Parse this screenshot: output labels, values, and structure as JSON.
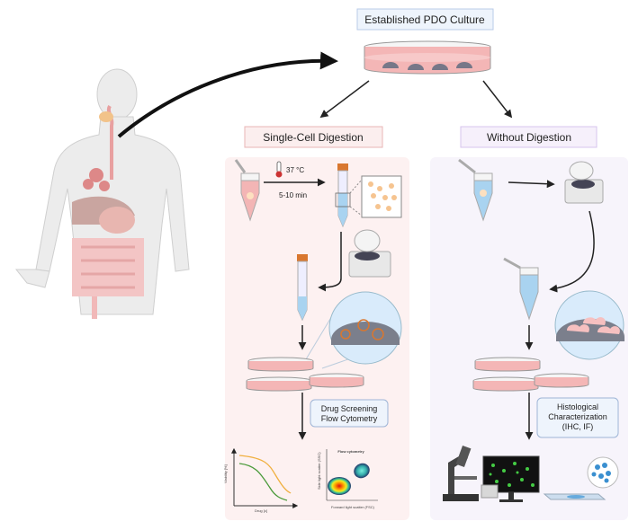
{
  "title": "Established PDO Culture",
  "branches": {
    "left": {
      "title": "Single-Cell Digestion",
      "temperature": "37 °C",
      "duration": "5-10 min",
      "assay_lines": [
        "Drug Screening",
        "Flow Cytometry"
      ],
      "dose_plot": {
        "ylabel": "Viability [%]",
        "xlabel": "Drug [c]"
      },
      "flow_plot": {
        "title": "Flow cytometry",
        "ylabel": "Side light scatter (SSC)",
        "xlabel": "Forward light scatter (FSC)"
      }
    },
    "right": {
      "title": "Without Digestion",
      "assay_lines": [
        "Histological",
        "Characterization",
        "(IHC, IF)"
      ]
    }
  },
  "colors": {
    "title_box": "#eef4fc",
    "left_panel": "#fdf1f1",
    "right_panel": "#f7f4fb",
    "medium_pink": "#f0a9a9",
    "medium_blue": "#a9d3f0",
    "tube_cap": "#d9772f"
  },
  "icons": [
    "human-body-icon",
    "petri-dish-icon",
    "thermometer-icon",
    "microtube-icon",
    "falcon-tube-icon",
    "centrifuge-icon",
    "microscope-icon",
    "monitor-icon",
    "slide-icon"
  ]
}
